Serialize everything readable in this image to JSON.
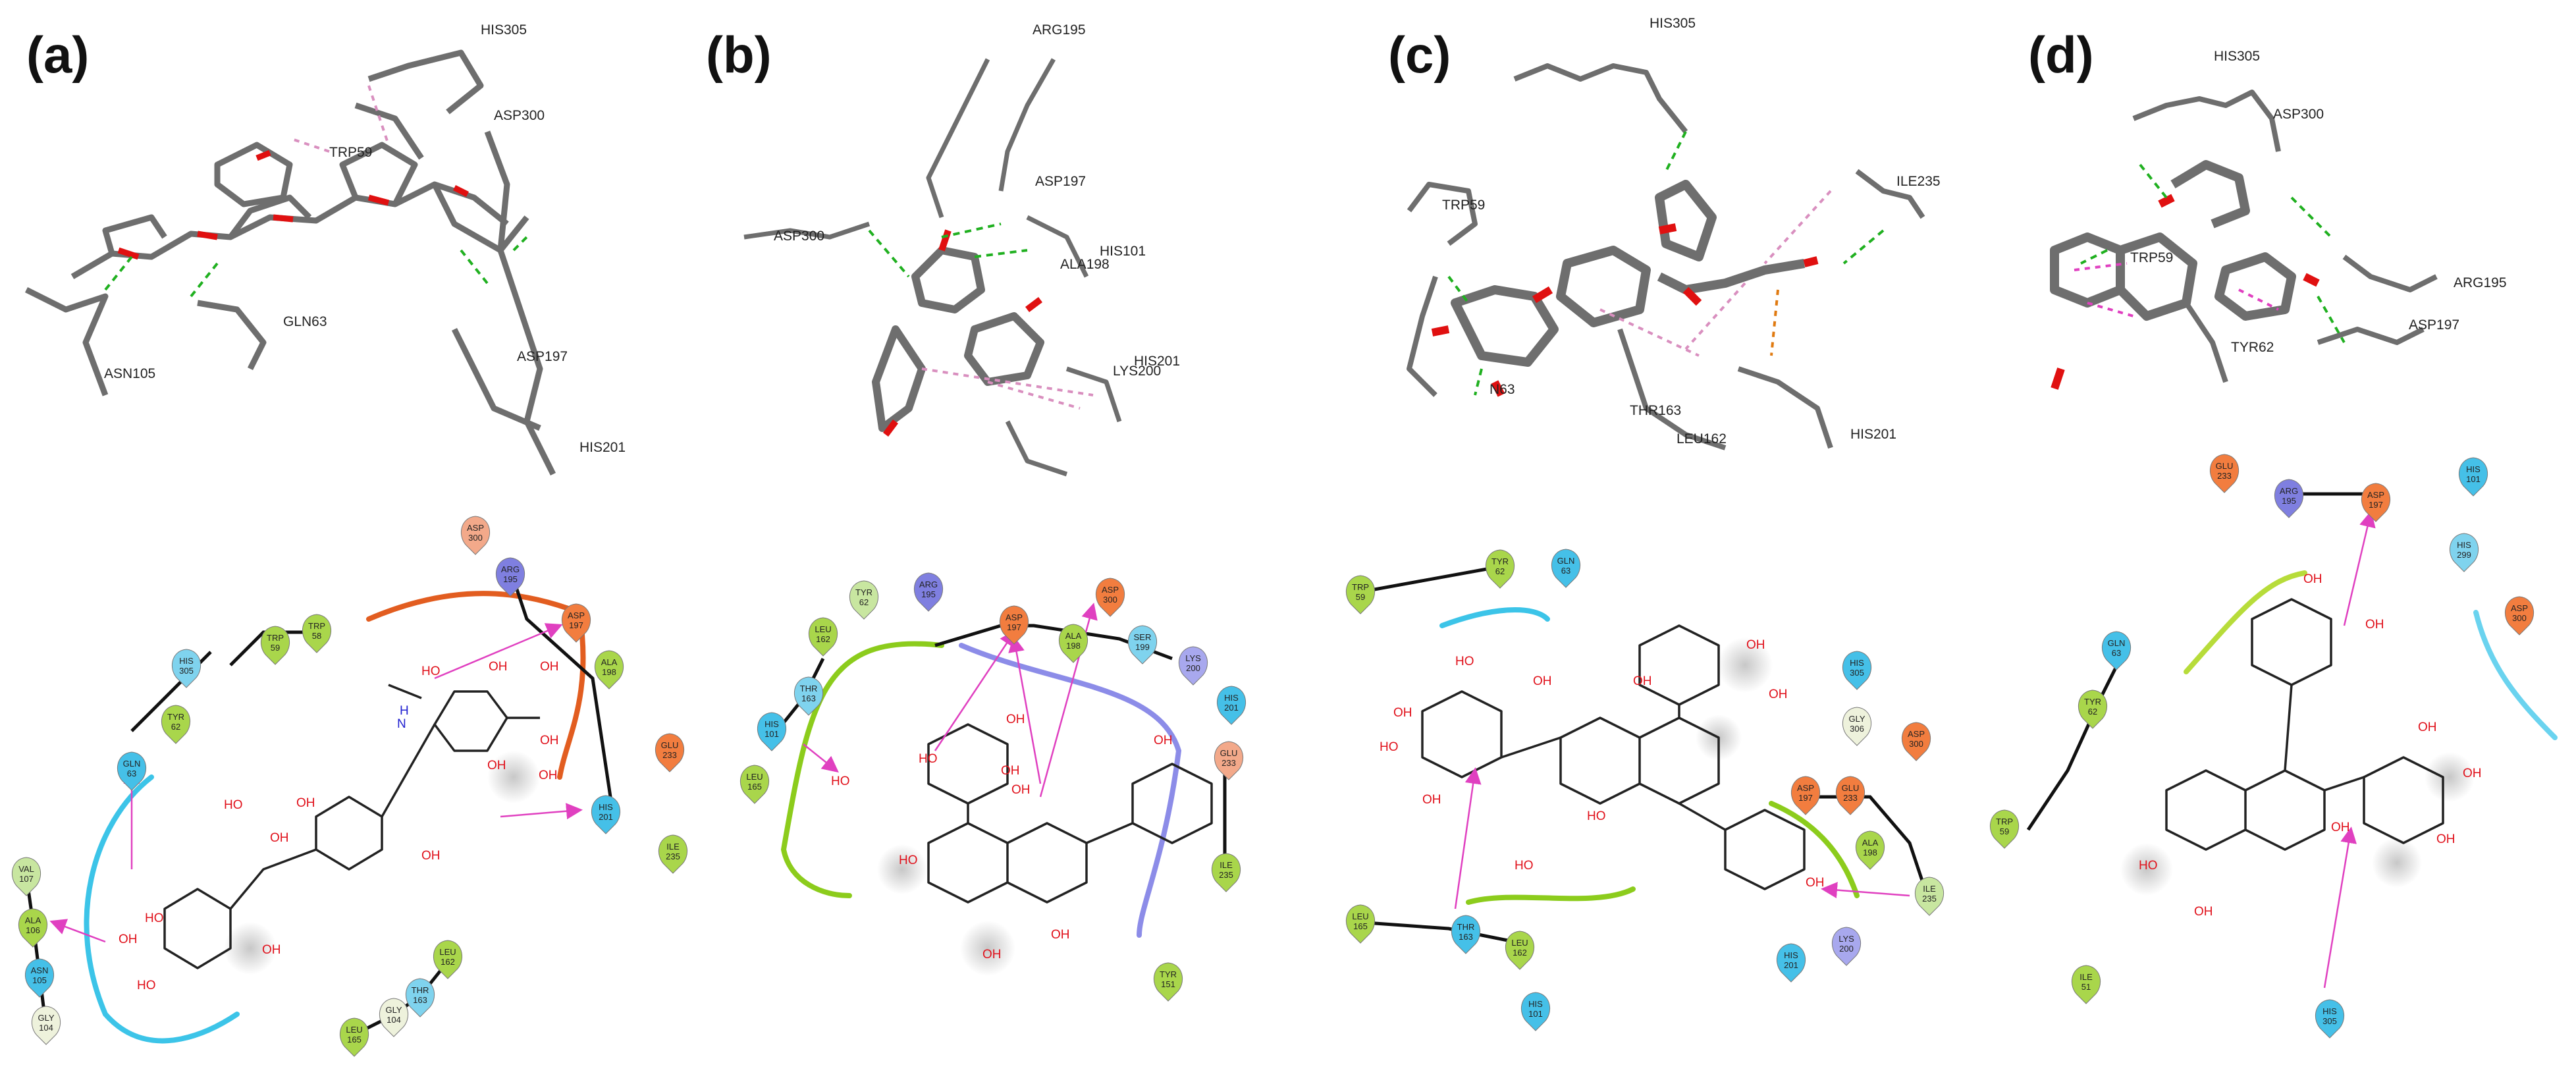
{
  "panels": [
    {
      "id": "a",
      "label": "(a)",
      "residues3d": [
        "HIS305",
        "ASP300",
        "TRP59",
        "GLN63",
        "ASP197",
        "ASN105",
        "HIS201"
      ],
      "residues2d": [
        {
          "name": "ASP",
          "num": "300",
          "color": "#f3a98a"
        },
        {
          "name": "ARG",
          "num": "195",
          "color": "#7f7fe0"
        },
        {
          "name": "ASP",
          "num": "197",
          "color": "#f27d3f"
        },
        {
          "name": "ALA",
          "num": "198",
          "color": "#a9d64b"
        },
        {
          "name": "TRP",
          "num": "58",
          "color": "#a9d64b"
        },
        {
          "name": "TRP",
          "num": "59",
          "color": "#a9d64b"
        },
        {
          "name": "HIS",
          "num": "305",
          "color": "#7fd3ee"
        },
        {
          "name": "TYR",
          "num": "62",
          "color": "#a9d64b"
        },
        {
          "name": "GLN",
          "num": "63",
          "color": "#45c0e8"
        },
        {
          "name": "GLU",
          "num": "233",
          "color": "#f27d3f"
        },
        {
          "name": "HIS",
          "num": "201",
          "color": "#45c0e8"
        },
        {
          "name": "ILE",
          "num": "235",
          "color": "#a9d64b"
        },
        {
          "name": "VAL",
          "num": "107",
          "color": "#c8e6a0"
        },
        {
          "name": "ALA",
          "num": "106",
          "color": "#a9d64b"
        },
        {
          "name": "ASN",
          "num": "105",
          "color": "#45c0e8"
        },
        {
          "name": "GLY",
          "num": "104",
          "color": "#eef2dc"
        },
        {
          "name": "LEU",
          "num": "162",
          "color": "#a9d64b"
        },
        {
          "name": "THR",
          "num": "163",
          "color": "#7fd3ee"
        },
        {
          "name": "GLY",
          "num": "104",
          "color": "#eef2dc"
        },
        {
          "name": "LEU",
          "num": "165",
          "color": "#a9d64b"
        }
      ],
      "atoms": [
        "HO",
        "OH",
        "OH",
        "N",
        "H",
        "OH",
        "OH",
        "OH",
        "HO",
        "OH",
        "OH",
        "OH",
        "HO",
        "OH",
        "HO",
        "OH"
      ]
    },
    {
      "id": "b",
      "label": "(b)",
      "residues3d": [
        "ARG195",
        "ASP197",
        "ASP300",
        "HIS101",
        "ALA198",
        "HIS201",
        "LYS200"
      ],
      "residues2d": [
        {
          "name": "TYR",
          "num": "62",
          "color": "#c8e6a0"
        },
        {
          "name": "ARG",
          "num": "195",
          "color": "#7f7fe0"
        },
        {
          "name": "ASP",
          "num": "197",
          "color": "#f27d3f"
        },
        {
          "name": "ASP",
          "num": "300",
          "color": "#f27d3f"
        },
        {
          "name": "LEU",
          "num": "162",
          "color": "#a9d64b"
        },
        {
          "name": "ALA",
          "num": "198",
          "color": "#a9d64b"
        },
        {
          "name": "SER",
          "num": "199",
          "color": "#7fd3ee"
        },
        {
          "name": "LYS",
          "num": "200",
          "color": "#a8a8ee"
        },
        {
          "name": "HIS",
          "num": "201",
          "color": "#45c0e8"
        },
        {
          "name": "THR",
          "num": "163",
          "color": "#7fd3ee"
        },
        {
          "name": "HIS",
          "num": "101",
          "color": "#45c0e8"
        },
        {
          "name": "LEU",
          "num": "165",
          "color": "#a9d64b"
        },
        {
          "name": "GLU",
          "num": "233",
          "color": "#f3a98a"
        },
        {
          "name": "ILE",
          "num": "235",
          "color": "#a9d64b"
        },
        {
          "name": "TYR",
          "num": "151",
          "color": "#a9d64b"
        }
      ],
      "atoms": [
        "HO",
        "OH",
        "OH",
        "HO",
        "OH",
        "OH",
        "HO",
        "OH",
        "OH"
      ]
    },
    {
      "id": "c",
      "label": "(c)",
      "residues3d": [
        "HIS305",
        "ILE235",
        "TRP59",
        "N63",
        "THR163",
        "LEU162",
        "HIS201"
      ],
      "residues2d": [
        {
          "name": "TRP",
          "num": "59",
          "color": "#a9d64b"
        },
        {
          "name": "TYR",
          "num": "62",
          "color": "#a9d64b"
        },
        {
          "name": "GLN",
          "num": "63",
          "color": "#45c0e8"
        },
        {
          "name": "HIS",
          "num": "305",
          "color": "#45c0e8"
        },
        {
          "name": "GLY",
          "num": "306",
          "color": "#eef2dc"
        },
        {
          "name": "ASP",
          "num": "300",
          "color": "#f27d3f"
        },
        {
          "name": "ASP",
          "num": "197",
          "color": "#f27d3f"
        },
        {
          "name": "GLU",
          "num": "233",
          "color": "#f27d3f"
        },
        {
          "name": "ALA",
          "num": "198",
          "color": "#a9d64b"
        },
        {
          "name": "ILE",
          "num": "235",
          "color": "#c8e6a0"
        },
        {
          "name": "LYS",
          "num": "200",
          "color": "#a8a8ee"
        },
        {
          "name": "HIS",
          "num": "201",
          "color": "#45c0e8"
        },
        {
          "name": "LEU",
          "num": "165",
          "color": "#a9d64b"
        },
        {
          "name": "THR",
          "num": "163",
          "color": "#45c0e8"
        },
        {
          "name": "LEU",
          "num": "162",
          "color": "#a9d64b"
        },
        {
          "name": "HIS",
          "num": "101",
          "color": "#45c0e8"
        }
      ],
      "atoms": [
        "HO",
        "OH",
        "OH",
        "HO",
        "OH",
        "OH",
        "OH",
        "HO",
        "OH",
        "HO",
        "OH"
      ]
    },
    {
      "id": "d",
      "label": "(d)",
      "residues3d": [
        "HIS305",
        "ASP300",
        "TRP59",
        "ARG195",
        "ASP197",
        "TYR62"
      ],
      "residues2d": [
        {
          "name": "GLU",
          "num": "233",
          "color": "#f27d3f"
        },
        {
          "name": "ARG",
          "num": "195",
          "color": "#7f7fe0"
        },
        {
          "name": "ASP",
          "num": "197",
          "color": "#f27d3f"
        },
        {
          "name": "HIS",
          "num": "101",
          "color": "#45c0e8"
        },
        {
          "name": "HIS",
          "num": "299",
          "color": "#7fd3ee"
        },
        {
          "name": "ASP",
          "num": "300",
          "color": "#f27d3f"
        },
        {
          "name": "GLN",
          "num": "63",
          "color": "#45c0e8"
        },
        {
          "name": "TYR",
          "num": "62",
          "color": "#a9d64b"
        },
        {
          "name": "TRP",
          "num": "59",
          "color": "#a9d64b"
        },
        {
          "name": "ILE",
          "num": "51",
          "color": "#a9d64b"
        },
        {
          "name": "HIS",
          "num": "305",
          "color": "#45c0e8"
        }
      ],
      "atoms": [
        "OH",
        "OH",
        "OH",
        "OH",
        "OH",
        "HO",
        "OH",
        "OH"
      ]
    }
  ]
}
